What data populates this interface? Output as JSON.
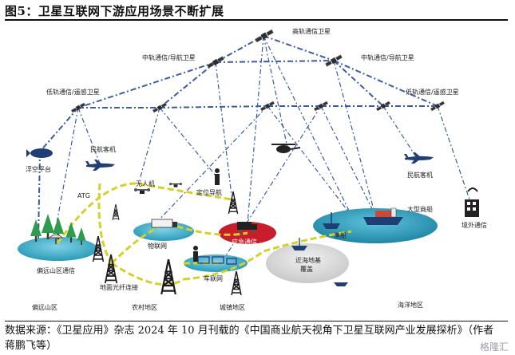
{
  "figure": {
    "title": "图5：卫星互联网下游应用场景不断扩展",
    "source": "数据来源：《卫星应用》杂志 2024 年 10 月刊载的《中国商业航天视角下卫星互联网产业发展探析》（作者蒋鹏飞等）",
    "watermark": "格隆汇"
  },
  "labels": {
    "geo": "高轨通信卫星",
    "meo_left": "中轨通信/导航卫星",
    "meo_right": "中轨通信/导航卫星",
    "leo_left": "低轨通信/遥感卫星",
    "leo_right": "低轨通信/遥感卫星",
    "platform": "浮空平台",
    "civil_left": "民航客机",
    "civil_right": "民航客机",
    "drone": "无人机",
    "nav": "定位导航",
    "atg": "ATG",
    "logistics": "物联网",
    "emergency": "应急通信",
    "vehicle": "车联网",
    "remote": "偏远山区通信",
    "ground": "地面光纤连接",
    "offshore_line1": "近海地基",
    "offshore_line2": "覆盖",
    "ship_big": "大型商船",
    "fishing": "渔船",
    "border": "境外通信",
    "area_remote": "偏远山区",
    "area_rural": "农村地区",
    "area_urban": "城镇地区",
    "area_ocean": "海洋地区"
  },
  "colors": {
    "satellite_link": "#3a5ba6",
    "ground_link": "#d4d12a",
    "platform": "#2a9bb8",
    "ocean": "#2d97b3",
    "emergency": "#c81e2b"
  }
}
